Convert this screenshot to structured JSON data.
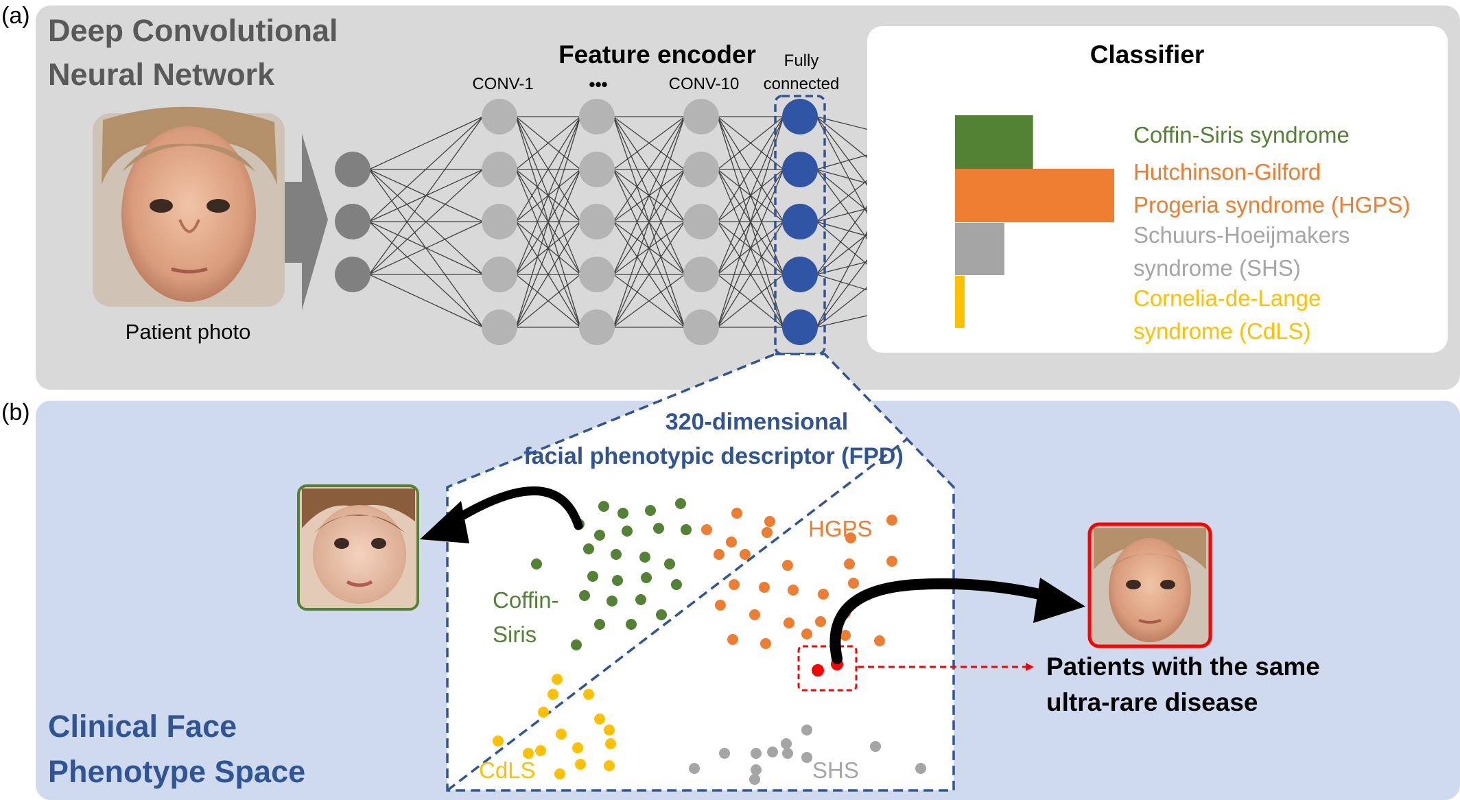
{
  "panel_a": {
    "letter": "(a)",
    "title_lines": [
      "Deep Convolutional",
      "Neural Network"
    ],
    "patient_photo_label": "Patient photo",
    "encoder_title": "Feature encoder",
    "conv_first": "CONV-1",
    "ellipsis": "•••",
    "conv_last": "CONV-10",
    "fully_connected_lines": [
      "Fully",
      "connected"
    ],
    "classifier": {
      "title": "Classifier",
      "classes": [
        {
          "lines": [
            "Coffin-Siris syndrome"
          ],
          "color": "#548235",
          "score": 0.49
        },
        {
          "lines": [
            "Hutchinson-Gilford",
            "Progeria syndrome (HGPS)"
          ],
          "color": "#ED7D31",
          "score": 1.0
        },
        {
          "lines": [
            "Schuurs-Hoeijmakers",
            "syndrome (SHS)"
          ],
          "color": "#A5A5A5",
          "score": 0.31
        },
        {
          "lines": [
            "Cornelia-de-Lange",
            "syndrome (CdLS)"
          ],
          "color": "#FFC000",
          "score": 0.06
        }
      ]
    }
  },
  "panel_b": {
    "letter": "(b)",
    "fpd_lines": [
      "320-dimensional",
      "facial phenotypic descriptor (FPD)"
    ],
    "space_title_lines": [
      "Clinical Face",
      "Phenotype Space"
    ],
    "cluster_labels": {
      "coffin_siris_lines": [
        "Coffin-",
        "Siris"
      ],
      "hgps": "HGPS",
      "cdls": "CdLS",
      "shs": "SHS"
    },
    "match_text_lines": [
      "Patients with the same",
      "ultra-rare disease"
    ]
  },
  "colors": {
    "panel_a_bg": "#D9D9D9",
    "panel_b_bg": "#CFDAEE",
    "node_dark": "#808080",
    "node_light": "#B4B4B4",
    "node_blue": "#2F55A4",
    "title_gray": "#595959",
    "navy": "#2F5597",
    "highlight_red": "#FF0000"
  }
}
